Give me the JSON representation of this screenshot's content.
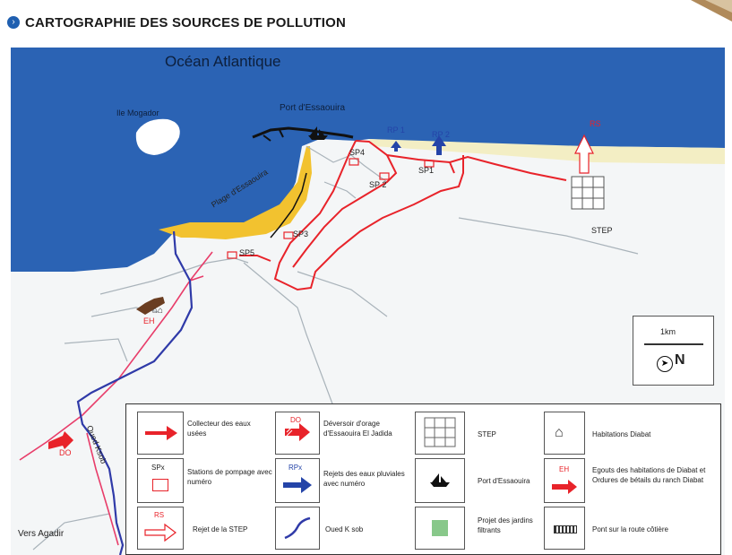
{
  "header": {
    "title": "CARTOGRAPHIE DES SOURCES DE POLLUTION",
    "bullet_icon": "chevron-right-circle-icon"
  },
  "map": {
    "ocean": "Océan Atlantique",
    "island": "Ile Mogador",
    "port": "Port d'Essaouira",
    "beach": "Plage d'Essaouira",
    "rp1": "RP 1",
    "rp2": "RP 2",
    "rs": "RS",
    "sp1": "SP1",
    "sp2": "SP 2",
    "sp3": "SP3",
    "sp4": "SP4",
    "sp5": "SP5",
    "step": "STEP",
    "eh": "EH",
    "do": "DO",
    "oued": "Oued Ksob",
    "vers_agadir": "Vers Agadir"
  },
  "scale": {
    "distance": "1km",
    "north": "N"
  },
  "legend": {
    "collecteur": "Collecteur des eaux usées",
    "do_code": "DO",
    "deversoir": "Déversoir d'orage d'Essaouira El Jadida",
    "step": "STEP",
    "habitations": "Habitations Diabat",
    "spx_code": "SPx",
    "stations": "Stations de pompage avec numéro",
    "rpx_code": "RPx",
    "rejets_pluviales": "Rejets des eaux pluviales avec numéro",
    "port": "Port d'Essaouira",
    "eh_code": "EH",
    "egouts": "Egouts des habitations de Diabat et Ordures de bétails du ranch Diabat",
    "rs_code": "RS",
    "rejet_step": "Rejet de la STEP",
    "oued": "Oued K sob",
    "jardins": "Projet des jardins filtrants",
    "pont": "Pont sur la route côtière"
  },
  "colors": {
    "ocean": "#2b63b4",
    "beach": "#f2c22f",
    "sewer": "#e8232a",
    "river": "#2f3aa8",
    "rp_arrow": "#2444a8",
    "garden": "#88c88a",
    "pink_road": "#e83d6a"
  }
}
